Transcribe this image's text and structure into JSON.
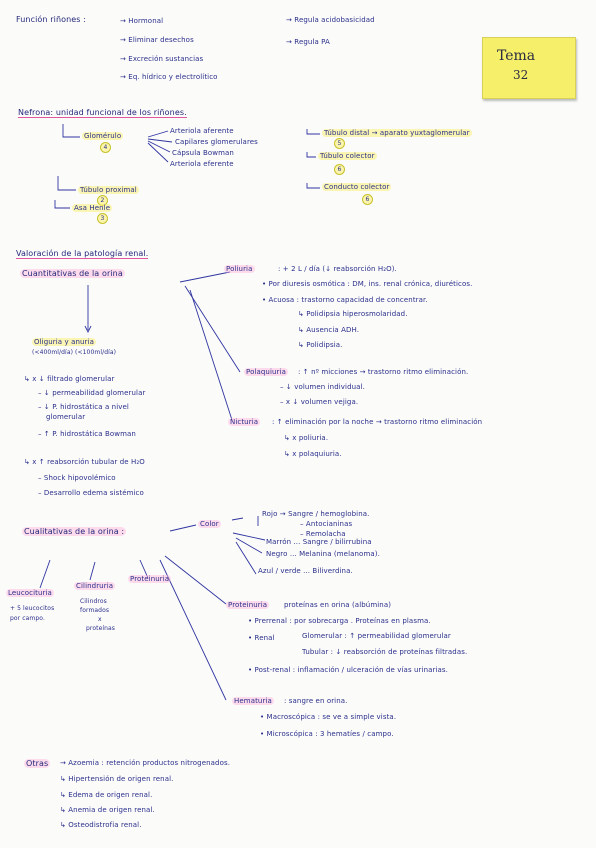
{
  "sticky": {
    "title": "Tema",
    "number": "32"
  },
  "funcion": {
    "heading": "Función riñones :",
    "left": [
      "→ Hormonal",
      "→ Eliminar desechos",
      "→ Excreción sustancias",
      "→ Eq. hídrico y electrolítico"
    ],
    "right": [
      "→ Regula acidobasicidad",
      "→ Regula PA"
    ]
  },
  "nefrona": {
    "heading": "Nefrona: unidad funcional de los riñones.",
    "glomerulo": "Glomérulo",
    "glomerulo_num": "4",
    "glomerulo_parts": [
      "Arteriola aferente",
      "Capilares glomerulares",
      "Cápsula Bowman",
      "Arteriola eferente"
    ],
    "tubulo_proximal": "Túbulo proximal",
    "tubulo_proximal_num": "2",
    "asa_henle": "Asa Henle",
    "asa_henle_num": "3",
    "tubulo_distal": "Túbulo distal → aparato yuxtaglomerular",
    "tubulo_distal_num": "5",
    "tubulo_colector": "Túbulo colector",
    "tubulo_colector_num": "6",
    "conducto_colector": "Conducto colector",
    "conducto_colector_num": "6"
  },
  "valoracion": {
    "heading": "Valoración de la patología renal.",
    "cuantitativas": "Cuantitativas de la orina",
    "oliguria_anuria": "Oliguria y anuria",
    "oliguria_sub": "(<400ml/día) (<100ml/día)",
    "oliguria_items": [
      "↳ x ↓ filtrado glomerular",
      "– ↓ permeabilidad glomerular",
      "– ↓ P. hidrostática a nivel",
      "glomerular",
      "– ↑ P. hidrostática Bowman",
      "↳ x ↑ reabsorción tubular de H₂O",
      "– Shock hipovolémico",
      "– Desarrollo edema sistémico"
    ],
    "poliuria": "Poliuria",
    "poliuria_line": ": + 2 L / día  (↓ reabsorción H₂O).",
    "poliuria_items": [
      "• Por diuresis osmótica : DM, ins. renal crónica, diuréticos.",
      "• Acuosa : trastorno capacidad de concentrar.",
      "↳ Polidipsia hiperosmolaridad.",
      "↳ Ausencia ADH.",
      "↳ Polidipsia."
    ],
    "polaquiuria": "Polaquiuria",
    "polaquiuria_line": ": ↑ nº micciones → trastorno ritmo eliminación.",
    "polaquiuria_items": [
      "– ↓ volumen individual.",
      "– x ↓ volumen vejiga."
    ],
    "nicturia": "Nicturia",
    "nicturia_line": ": ↑ eliminación por la noche → trastorno ritmo eliminación",
    "nicturia_items": [
      "↳ x poliuria.",
      "↳ x polaquiuria."
    ]
  },
  "cualitativas": {
    "heading": "Cualitativas de la orina :",
    "color": "Color",
    "color_rows": [
      "Rojo → Sangre / hemoglobina.",
      "– Antocianinas",
      "– Remolacha",
      "Marrón ... Sangre / bilirrubina",
      "Negro ... Melanina (melanoma).",
      "Azul / verde ... Biliverdina."
    ],
    "leucocituria": "Leucocituria",
    "leucocituria_sub": [
      "+ 5 leucocitos",
      "por campo."
    ],
    "cilindruria": "Cilindruria",
    "cilindruria_sub": [
      "Cilindros",
      "formados",
      "x",
      "proteínas"
    ],
    "proteinuria": "Proteinuria",
    "proteinuria_line": "proteínas en orina (albúmina)",
    "proteinuria_items": [
      "• Prerrenal : por sobrecarga . Proteínas en plasma.",
      "• Renal",
      "Glomerular : ↑ permeabilidad glomerular",
      "Tubular : ↓ reabsorción de proteínas filtradas.",
      "• Post-renal : inflamación / ulceración de vías urinarias."
    ],
    "hematuria": "Hematuria",
    "hematuria_line": ": sangre en orina.",
    "hematuria_items": [
      "• Macroscópica : se ve a simple vista.",
      "• Microscópica : 3 hematíes / campo."
    ]
  },
  "otras": {
    "heading": "Otras",
    "items": [
      "→ Azoemia : retención productos nitrogenados.",
      "↳ Hipertensión de origen renal.",
      "↳ Edema de origen renal.",
      "↳ Anemia de origen renal.",
      "↳ Osteodistrofia renal."
    ]
  }
}
